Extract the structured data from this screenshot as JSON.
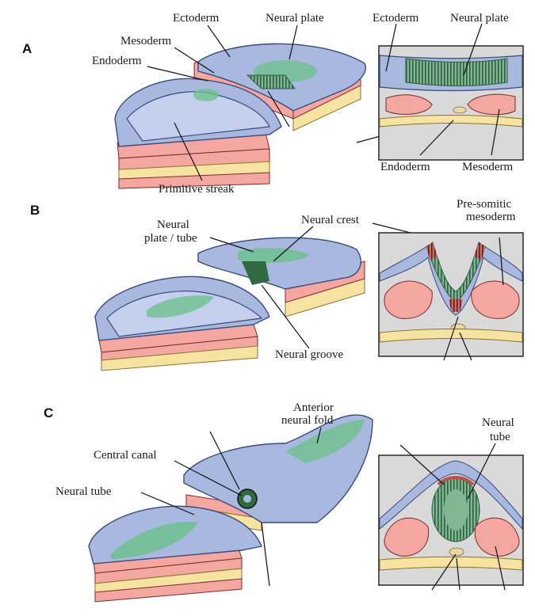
{
  "panels": {
    "a": "A",
    "b": "B",
    "c": "C"
  },
  "labels": {
    "a_ectoderm": "Ectoderm",
    "a_neural_plate": "Neural plate",
    "a_mesoderm": "Mesoderm",
    "a_endoderm": "Endoderm",
    "a_primitive_streak": "Primitive streak",
    "a_inset_ectoderm": "Ectoderm",
    "a_inset_neural_plate": "Neural plate",
    "a_inset_endoderm": "Endoderm",
    "a_inset_mesoderm": "Mesoderm",
    "b_neural_plate_line1": "Neural",
    "b_neural_plate_line2": "plate / tube",
    "b_neural_crest": "Neural crest",
    "b_presomitic_line1": "Pre-somitic",
    "b_presomitic_line2": "mesoderm",
    "b_neural_groove": "Neural groove",
    "c_anterior_line1": "Anterior",
    "c_anterior_line2": "neural fold",
    "c_central_canal": "Central canal",
    "c_neural_tube": "Neural tube",
    "c_inset_neural_line1": "Neural",
    "c_inset_neural_line2": "tube"
  },
  "colors": {
    "ectoderm": "#a9b8df",
    "neural": "#5faf7e",
    "mesoderm": "#f4a7a0",
    "endoderm": "#f6e3a1"
  }
}
